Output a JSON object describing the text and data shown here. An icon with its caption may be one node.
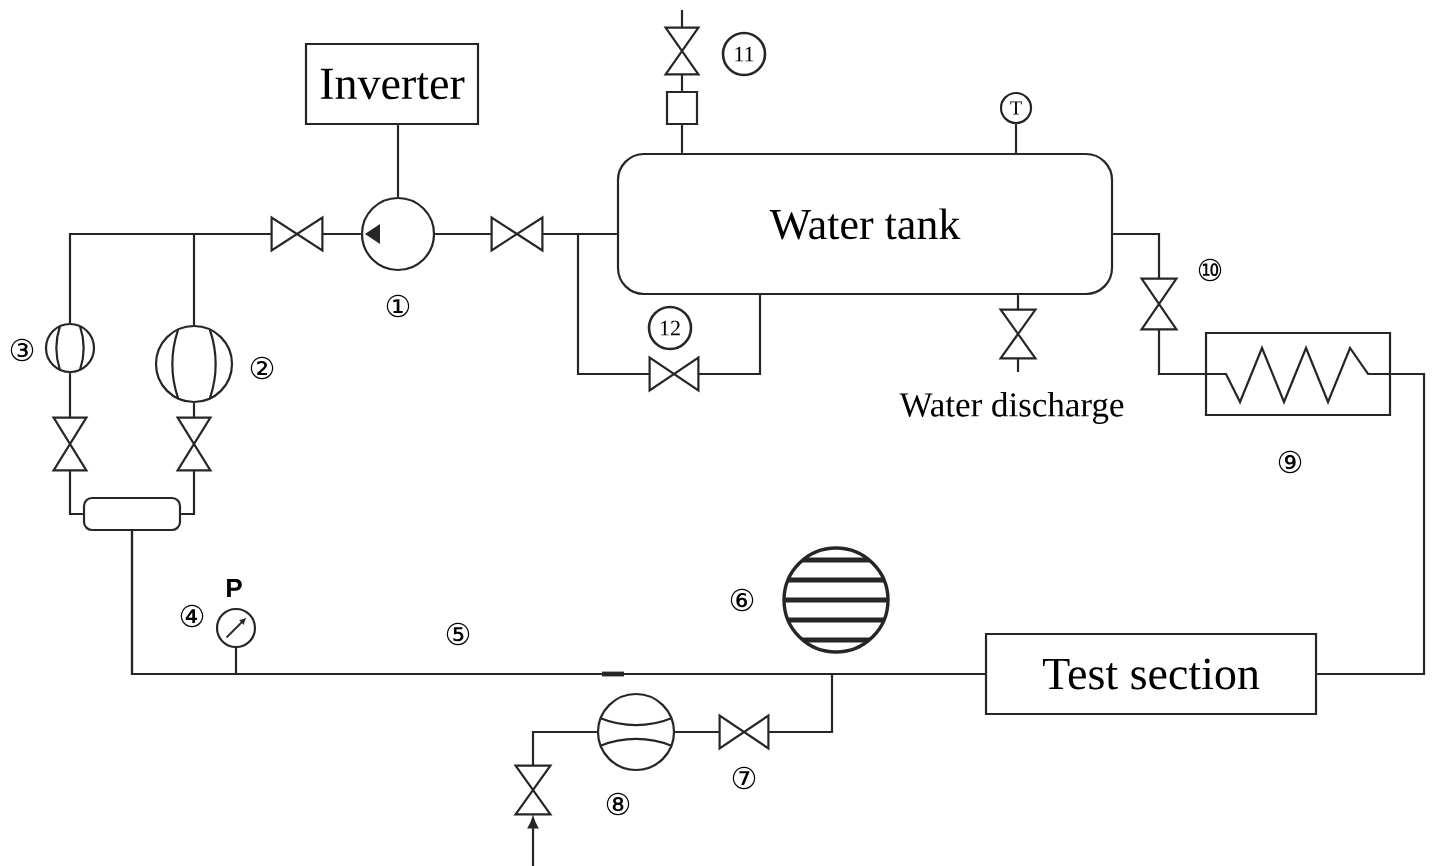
{
  "diagram": {
    "nodes": [
      {
        "text": [],
        "shape": "valve"
      },
      {
        "text": [
          "11"
        ]
      },
      {
        "text": [
          "Inverter"
        ]
      },
      {
        "text": [],
        "shape": "box"
      },
      {
        "text": [
          "T"
        ]
      },
      {
        "text": [
          "Water tank"
        ]
      },
      {
        "text": [],
        "shape": "valve"
      },
      {
        "text": [],
        "shape": "circle",
        "beside": [
          "①"
        ]
      },
      {
        "text": [],
        "shape": "valve"
      },
      {
        "text": [],
        "shape": "valve",
        "beside": [
          "⑩"
        ]
      },
      {
        "text": [
          "12"
        ]
      },
      {
        "text": [],
        "shape": "valve",
        "beside": [
          "Water discharge"
        ]
      },
      {
        "text": [],
        "shape": "circle",
        "beside": [
          "③"
        ]
      },
      {
        "text": [],
        "shape": "circle",
        "beside": [
          "②"
        ]
      },
      {
        "text": [],
        "shape": "valve"
      },
      {
        "text": [],
        "shape": "box",
        "beside": [
          "⑨"
        ]
      },
      {
        "text": [],
        "shape": "valve"
      },
      {
        "text": [],
        "shape": "valve"
      },
      {
        "text": [],
        "shape": "box"
      },
      {
        "text": [],
        "shape": "circle",
        "beside": [
          "⑥"
        ]
      },
      {
        "text": [],
        "shape": "circle",
        "beside": [
          "P",
          "④"
        ]
      },
      {
        "text": [
          "Test section"
        ]
      },
      {
        "text": [],
        "shape": "circle",
        "beside": [
          "⑧"
        ]
      },
      {
        "text": [],
        "shape": "valve",
        "beside": [
          "⑦"
        ]
      },
      {
        "text": [],
        "shape": "valve"
      }
    ],
    "edges": [
      {
        "from": null,
        "to": 0,
        "arrow": "none"
      },
      {
        "from": 0,
        "to": 3,
        "arrow": "none"
      },
      {
        "from": 3,
        "to": 5,
        "arrow": "none"
      },
      {
        "from": 4,
        "to": 5,
        "arrow": "none"
      },
      {
        "from": 2,
        "to": 7,
        "arrow": "none"
      },
      {
        "from": 12,
        "to": 6,
        "arrow": "none"
      },
      {
        "from": 13,
        "to": 6,
        "arrow": "none"
      },
      {
        "from": 6,
        "to": 7,
        "arrow": "none"
      },
      {
        "from": 7,
        "to": 8,
        "arrow": "none"
      },
      {
        "from": 8,
        "to": 5,
        "arrow": "none"
      },
      {
        "from": 8,
        "to": 14,
        "arrow": "none"
      },
      {
        "from": 14,
        "to": 5,
        "arrow": "none"
      },
      {
        "from": 5,
        "to": 11,
        "arrow": "none"
      },
      {
        "from": 11,
        "to": null,
        "arrow": "none"
      },
      {
        "from": 5,
        "to": 9,
        "arrow": "none"
      },
      {
        "from": 9,
        "to": 15,
        "arrow": "none"
      },
      {
        "from": 15,
        "to": 21,
        "arrow": "none"
      },
      {
        "from": 21,
        "to": 18,
        "arrow": "none"
      },
      {
        "from": 20,
        "to": 18,
        "arrow": "none"
      },
      {
        "from": 23,
        "to": 21,
        "arrow": "none"
      },
      {
        "from": 22,
        "to": 23,
        "arrow": "none"
      },
      {
        "from": 24,
        "to": 22,
        "arrow": "none"
      },
      {
        "from": null,
        "to": 24,
        "arrow": "to"
      },
      {
        "from": 16,
        "to": 18,
        "arrow": "none"
      },
      {
        "from": 17,
        "to": 18,
        "arrow": "none"
      },
      {
        "from": 12,
        "to": 16,
        "arrow": "none"
      },
      {
        "from": 13,
        "to": 17,
        "arrow": "none"
      }
    ],
    "labels": [
      "⑤"
    ]
  }
}
